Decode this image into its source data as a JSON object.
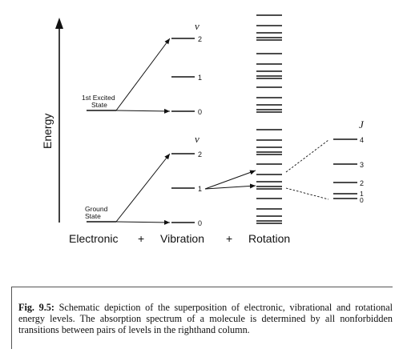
{
  "axis": {
    "label": "Energy"
  },
  "electronic": {
    "excited_label_line1": "1st Excited",
    "excited_label_line2": "State",
    "ground_label_line1": "Ground",
    "ground_label_line2": "State"
  },
  "vibration": {
    "symbol_upper": "v",
    "symbol_lower": "v",
    "upper_levels": [
      "2",
      "1",
      "0"
    ],
    "lower_levels": [
      "2",
      "1",
      "0"
    ]
  },
  "rotation": {
    "symbol": "J",
    "levels": [
      "4",
      "3",
      "2",
      "1",
      "0"
    ]
  },
  "bottom_labels": {
    "electronic": "Electronic",
    "plus1": "+",
    "vibration": "Vibration",
    "plus2": "+",
    "rotation": "Rotation"
  },
  "caption": {
    "label": "Fig. 9.5:",
    "text": " Schematic depiction of the superposition of electronic, vibrational and rotational energy levels. The absorption spectrum of a molecule is determined by all nonforbidden transitions between pairs of levels in the righthand column."
  }
}
